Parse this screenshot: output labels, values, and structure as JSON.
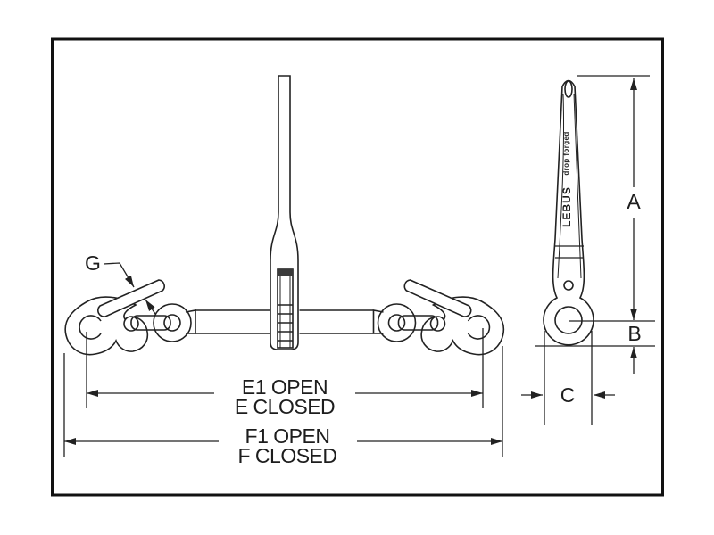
{
  "drawing": {
    "colors": {
      "frame": "#111111",
      "line": "#222222",
      "gear_band": "#3a3a3a",
      "background": "#ffffff"
    },
    "labels": {
      "hook_opening": "G",
      "handle_length": "A",
      "eye_offset": "B",
      "eye_width": "C"
    },
    "span_dimensions": {
      "inner_open": "E1 OPEN",
      "inner_closed": "E CLOSED",
      "overall_open": "F1 OPEN",
      "overall_closed": "F CLOSED"
    },
    "lever_markings": {
      "small_text": "drop forged",
      "brand": "LEBUS"
    }
  }
}
